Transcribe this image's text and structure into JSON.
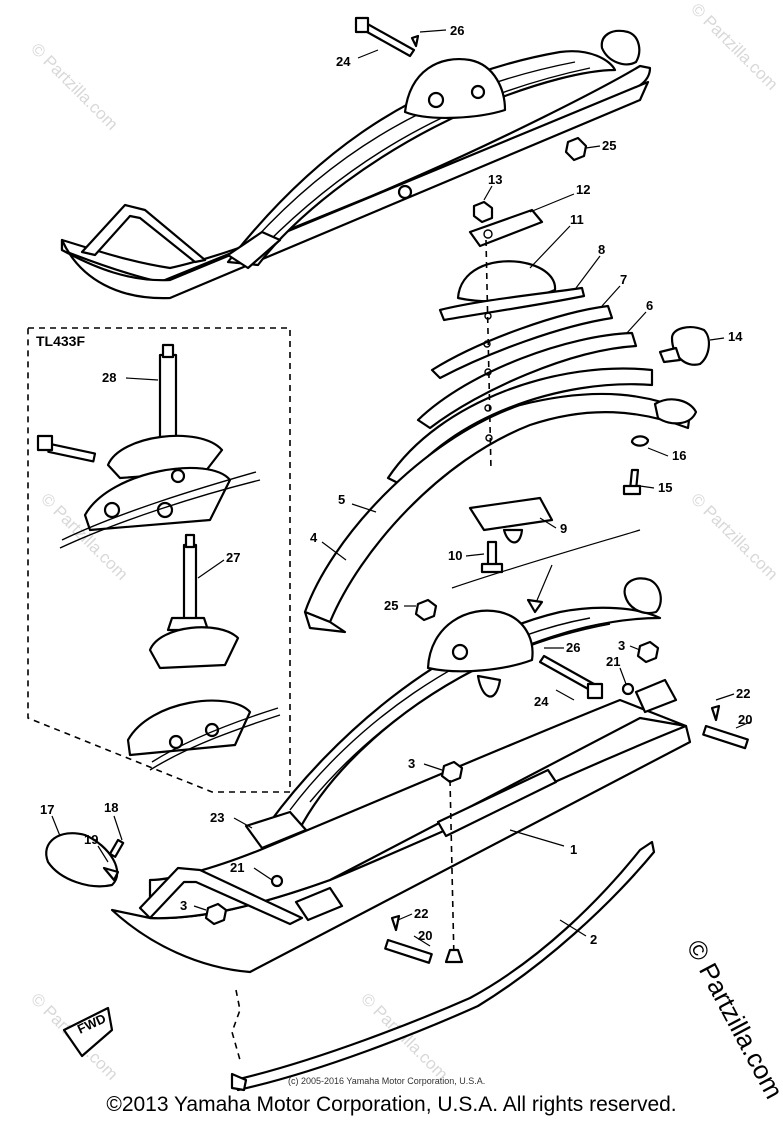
{
  "inset_label": "TL433F",
  "direction_badge": "FWD",
  "callouts": {
    "c1": "1",
    "c2": "2",
    "c3a": "3",
    "c3b": "3",
    "c3c": "3",
    "c4": "4",
    "c5": "5",
    "c6": "6",
    "c7": "7",
    "c8": "8",
    "c9": "9",
    "c10": "10",
    "c11": "11",
    "c12": "12",
    "c13": "13",
    "c14": "14",
    "c15": "15",
    "c16": "16",
    "c17": "17",
    "c18": "18",
    "c19": "19",
    "c20a": "20",
    "c20b": "20",
    "c21a": "21",
    "c21b": "21",
    "c22a": "22",
    "c22b": "22",
    "c23": "23",
    "c24a": "24",
    "c24b": "24",
    "c25a": "25",
    "c25b": "25",
    "c26a": "26",
    "c26b": "26",
    "c27": "27",
    "c28": "28"
  },
  "watermark_small": "© Partzilla.com",
  "watermark_corner": "© Partzilla.com",
  "fine_print": "(c) 2005-2016 Yamaha Motor Corporation, U.S.A.",
  "copyright": "©2013 Yamaha Motor Corporation, U.S.A. All rights reserved."
}
